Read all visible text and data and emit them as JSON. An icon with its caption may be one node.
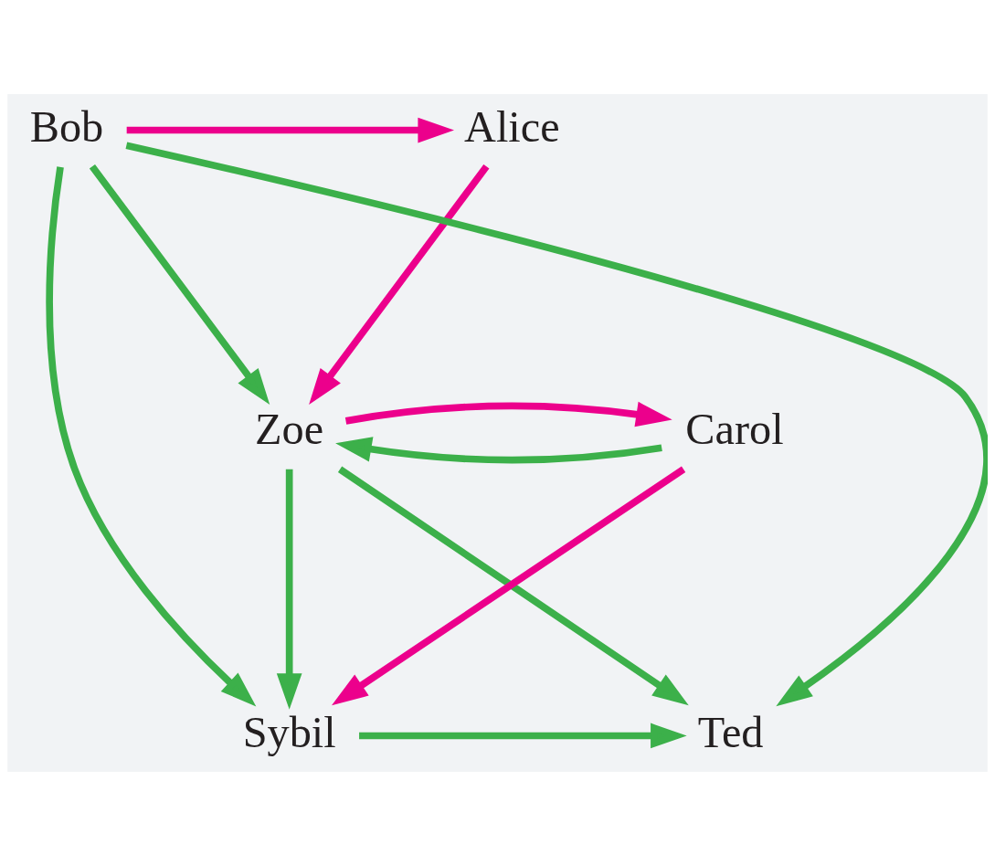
{
  "diagram": {
    "nodes": [
      {
        "text": [
          "Alice"
        ]
      },
      {
        "text": [
          "Bob"
        ]
      },
      {
        "text": [
          "Zoe"
        ]
      },
      {
        "text": [
          "Carol"
        ]
      },
      {
        "text": [
          "Ted"
        ]
      },
      {
        "text": [
          "Sybil"
        ]
      }
    ],
    "edges": [
      {
        "from": 1,
        "to": 0,
        "arrow": "to",
        "color": "#ec008c"
      },
      {
        "from": 0,
        "to": 2,
        "arrow": "to",
        "color": "#ec008c"
      },
      {
        "from": 1,
        "to": 2,
        "arrow": "to"
      },
      {
        "from": 1,
        "to": 4,
        "arrow": "to"
      },
      {
        "from": 1,
        "to": 5,
        "arrow": "to"
      },
      {
        "from": 3,
        "to": 2,
        "arrow": "to"
      },
      {
        "from": 2,
        "to": 3,
        "arrow": "to",
        "color": "#ec008c"
      },
      {
        "from": 3,
        "to": 5,
        "arrow": "to",
        "color": "#ec008c"
      },
      {
        "from": 2,
        "to": 4,
        "arrow": "to"
      },
      {
        "from": 2,
        "to": 5,
        "arrow": "to"
      },
      {
        "from": 5,
        "to": 4,
        "arrow": "to"
      }
    ]
  }
}
